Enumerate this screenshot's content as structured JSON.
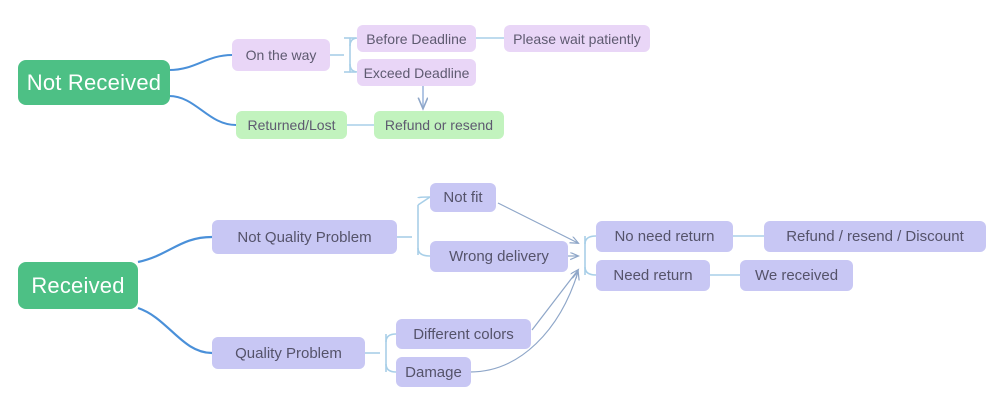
{
  "diagram": {
    "title": "Order issue resolution flowchart",
    "type": "flowchart",
    "colors": {
      "background": "#ffffff",
      "root_green": "#4DC085",
      "root_text": "#ffffff",
      "light_purple": "#E9D6F7",
      "light_green": "#C2F3BE",
      "periwinkle": "#C8C7F4",
      "node_text": "#5E5A70",
      "edge_blue": "#4A90D9",
      "edge_light_blue": "#A8CFE8",
      "edge_arrow": "#8EA6C8"
    },
    "branches": [
      {
        "id": "not-received",
        "root": "Not Received",
        "nodes": [
          {
            "id": "on-the-way",
            "label": "On the way",
            "style": "purple"
          },
          {
            "id": "before-deadline",
            "label": "Before Deadline",
            "style": "purple"
          },
          {
            "id": "exceed-deadline",
            "label": "Exceed Deadline",
            "style": "purple"
          },
          {
            "id": "please-wait",
            "label": "Please wait patiently",
            "style": "purple"
          },
          {
            "id": "returned-lost",
            "label": "Returned/Lost",
            "style": "green"
          },
          {
            "id": "refund-or-resend",
            "label": "Refund or resend",
            "style": "green"
          }
        ]
      },
      {
        "id": "received",
        "root": "Received",
        "nodes": [
          {
            "id": "not-quality-problem",
            "label": "Not Quality Problem",
            "style": "periwinkle"
          },
          {
            "id": "not-fit",
            "label": "Not fit",
            "style": "periwinkle"
          },
          {
            "id": "wrong-delivery",
            "label": "Wrong delivery",
            "style": "periwinkle"
          },
          {
            "id": "quality-problem",
            "label": "Quality Problem",
            "style": "periwinkle"
          },
          {
            "id": "different-colors",
            "label": "Different colors",
            "style": "periwinkle"
          },
          {
            "id": "damage",
            "label": "Damage",
            "style": "periwinkle"
          },
          {
            "id": "no-need-return",
            "label": "No need return",
            "style": "periwinkle"
          },
          {
            "id": "need-return",
            "label": "Need return",
            "style": "periwinkle"
          },
          {
            "id": "refund-resend-discount",
            "label": "Refund / resend / Discount",
            "style": "periwinkle"
          },
          {
            "id": "we-received",
            "label": "We received",
            "style": "periwinkle"
          }
        ]
      }
    ],
    "edges": [
      {
        "from": "Not Received",
        "to": "On the way"
      },
      {
        "from": "Not Received",
        "to": "Returned/Lost"
      },
      {
        "from": "On the way",
        "to": "Before Deadline"
      },
      {
        "from": "On the way",
        "to": "Exceed Deadline"
      },
      {
        "from": "Before Deadline",
        "to": "Please wait patiently"
      },
      {
        "from": "Exceed Deadline",
        "to": "Refund or resend",
        "arrow": true
      },
      {
        "from": "Returned/Lost",
        "to": "Refund or resend"
      },
      {
        "from": "Received",
        "to": "Not Quality Problem"
      },
      {
        "from": "Received",
        "to": "Quality Problem"
      },
      {
        "from": "Not Quality Problem",
        "to": "Not fit"
      },
      {
        "from": "Not Quality Problem",
        "to": "Wrong delivery"
      },
      {
        "from": "Quality Problem",
        "to": "Different colors"
      },
      {
        "from": "Quality Problem",
        "to": "Damage"
      },
      {
        "from": "Not fit",
        "to": "junction",
        "arrow": true
      },
      {
        "from": "Wrong delivery",
        "to": "junction",
        "arrow": true
      },
      {
        "from": "Different colors",
        "to": "junction",
        "arrow": true
      },
      {
        "from": "Damage",
        "to": "junction",
        "arrow": true
      },
      {
        "from": "junction",
        "to": "No need return"
      },
      {
        "from": "junction",
        "to": "Need return"
      },
      {
        "from": "No need return",
        "to": "Refund / resend / Discount"
      },
      {
        "from": "Need return",
        "to": "We received"
      }
    ]
  }
}
